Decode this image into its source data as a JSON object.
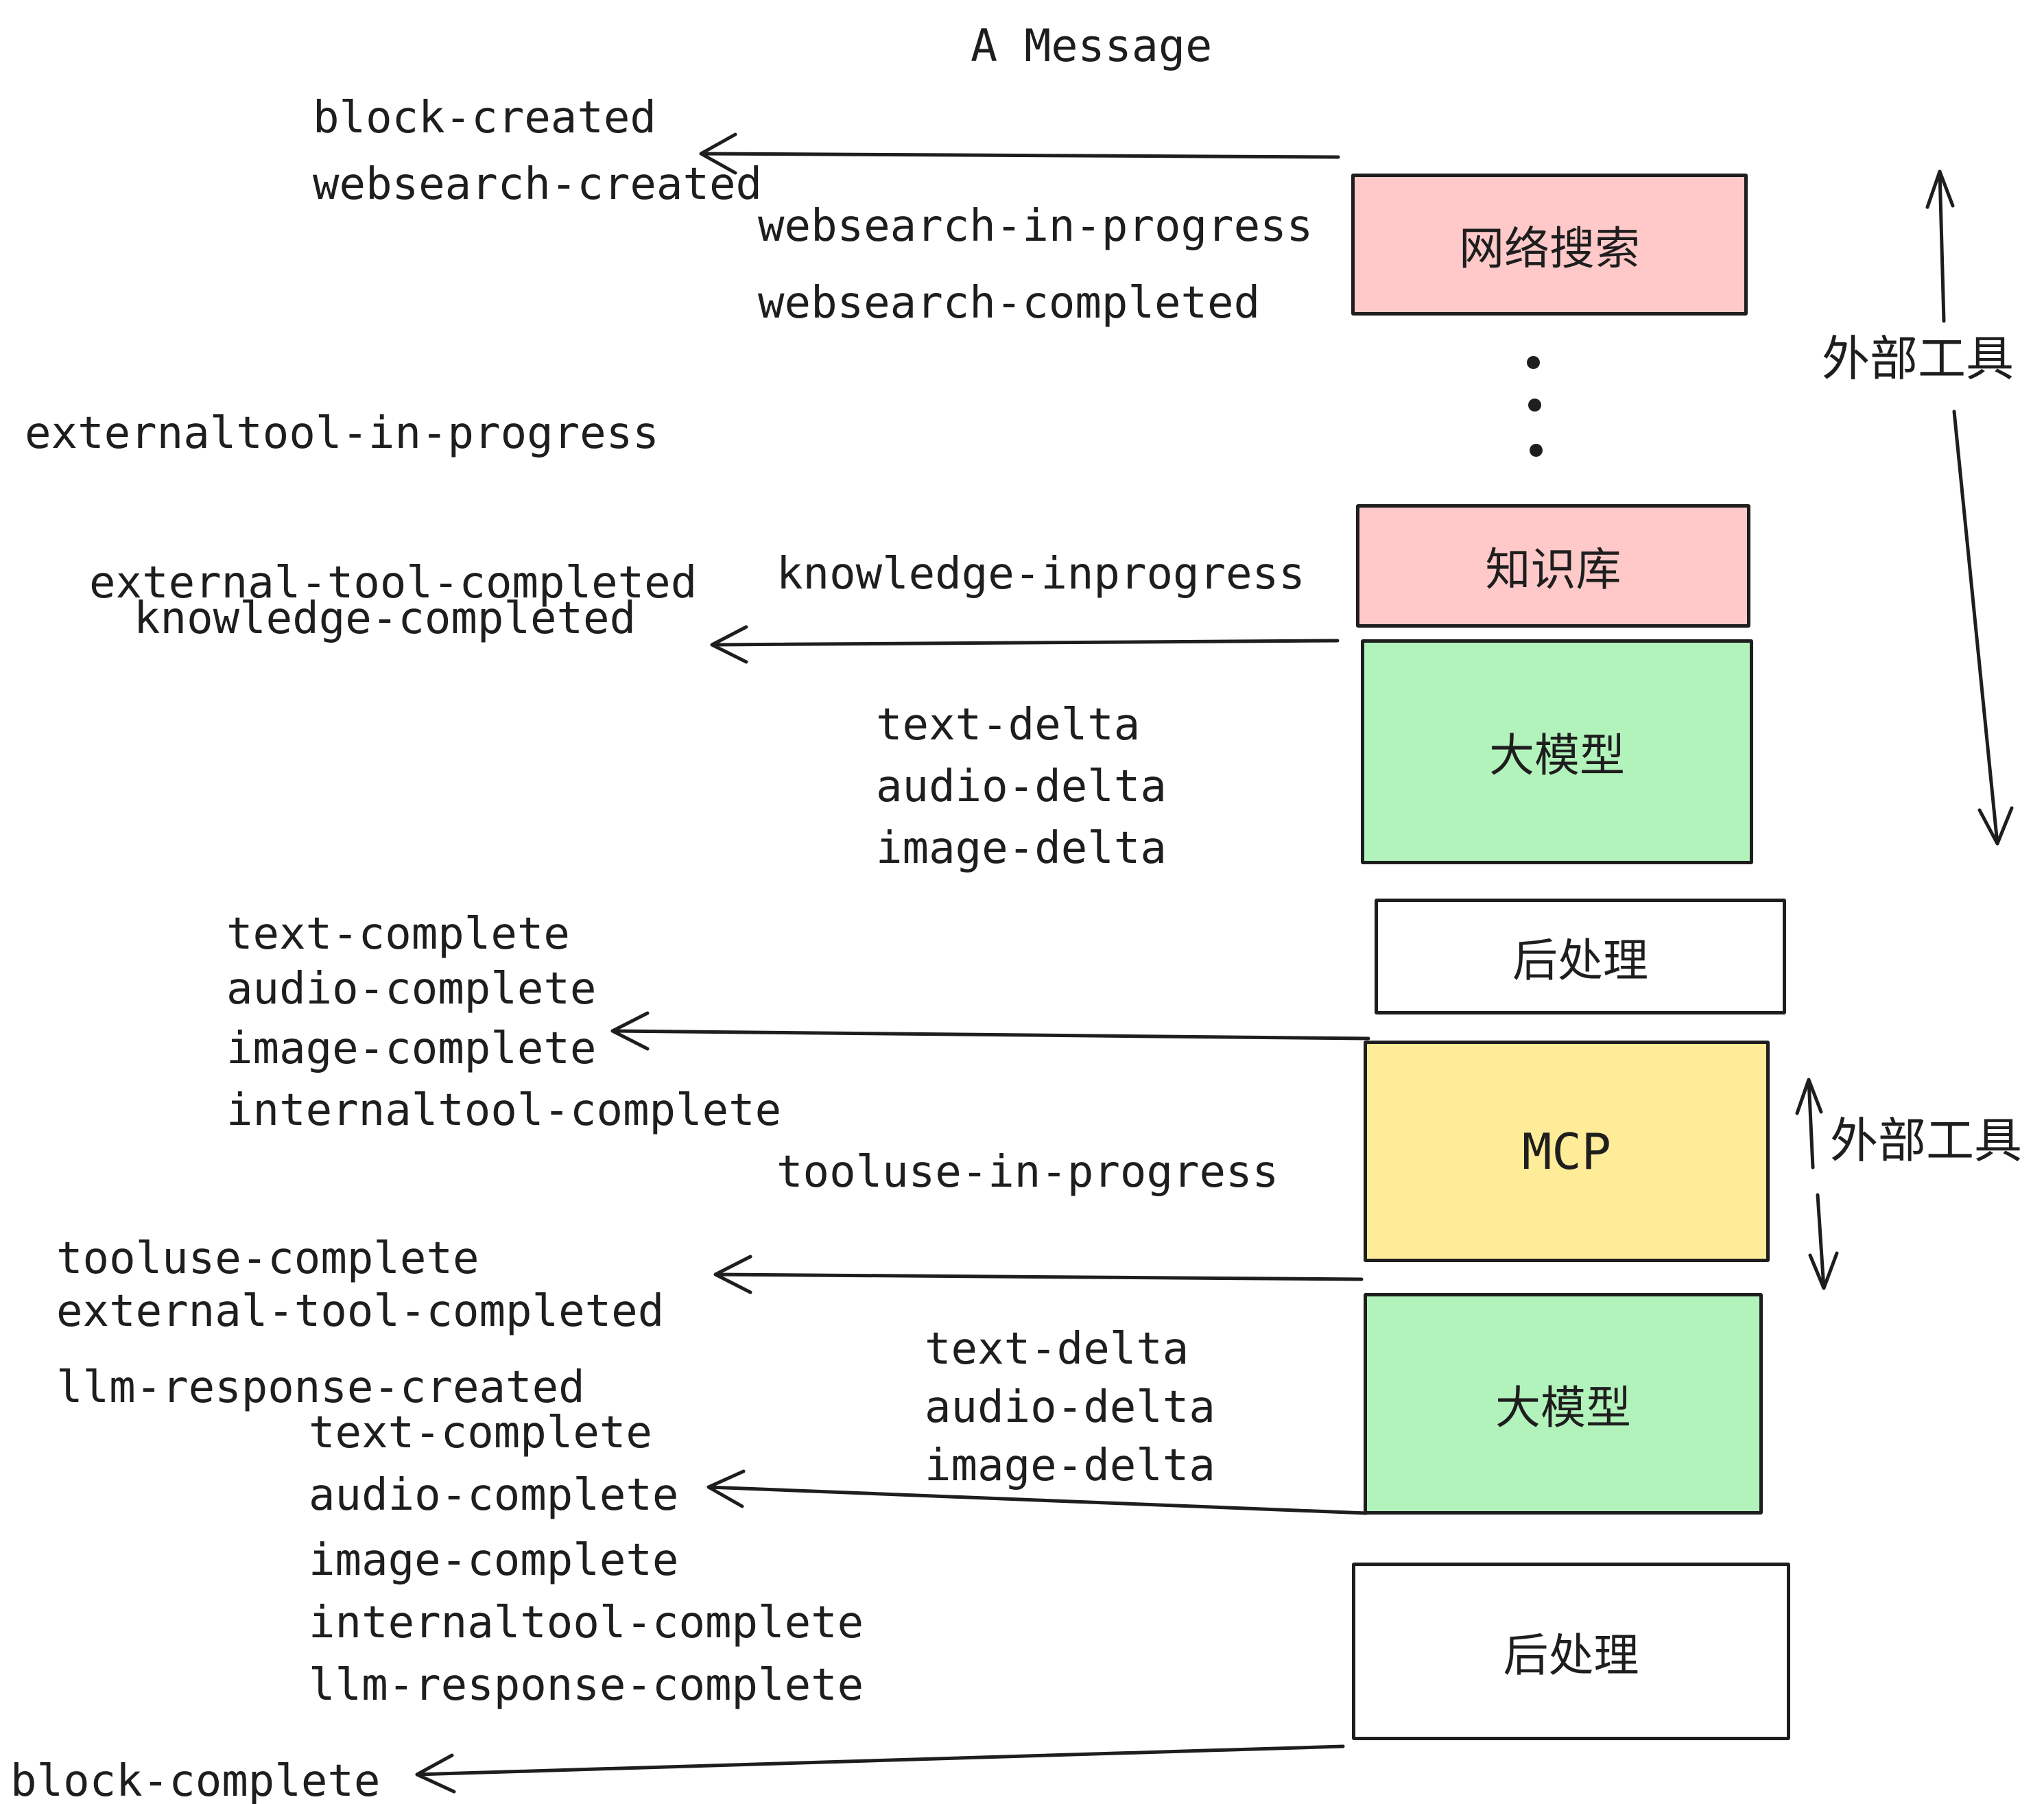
{
  "title": "A Message",
  "colors": {
    "pink": "#ffc9c9",
    "green": "#b2f2bb",
    "yellow": "#ffec99",
    "white": "#ffffff",
    "ink": "#1e1e1e"
  },
  "boxes": {
    "websearch": {
      "label": "网络搜索"
    },
    "knowledge": {
      "label": "知识库"
    },
    "llm1": {
      "label": "大模型"
    },
    "post1": {
      "label": "后处理"
    },
    "mcp": {
      "label": "MCP"
    },
    "llm2": {
      "label": "大模型"
    },
    "post2": {
      "label": "后处理"
    }
  },
  "side_labels": {
    "external_tools_1": "外部工具",
    "external_tools_2": "外部工具"
  },
  "events": {
    "block_created": "block-created",
    "websearch_created": "websearch-created",
    "websearch_in_progress": "websearch-in-progress",
    "websearch_completed": "websearch-completed",
    "externaltool_in_progress": "externaltool-in-progress",
    "knowledge_inprogress": "knowledge-inprogress",
    "external_tool_completed_1": "external-tool-completed",
    "knowledge_completed": "knowledge-completed",
    "text_delta_1": "text-delta",
    "audio_delta_1": "audio-delta",
    "image_delta_1": "image-delta",
    "text_complete_1": "text-complete",
    "audio_complete_1": "audio-complete",
    "image_complete_1": "image-complete",
    "internaltool_complete_1": "internaltool-complete",
    "tooluse_in_progress": "tooluse-in-progress",
    "tooluse_complete": "tooluse-complete",
    "external_tool_completed_2": "external-tool-completed",
    "llm_response_created": "llm-response-created",
    "text_delta_2": "text-delta",
    "audio_delta_2": "audio-delta",
    "image_delta_2": "image-delta",
    "text_complete_2": "text-complete",
    "audio_complete_2": "audio-complete",
    "image_complete_2": "image-complete",
    "internaltool_complete_2": "internaltool-complete",
    "llm_response_complete": "llm-response-complete",
    "block_complete": "block-complete"
  }
}
